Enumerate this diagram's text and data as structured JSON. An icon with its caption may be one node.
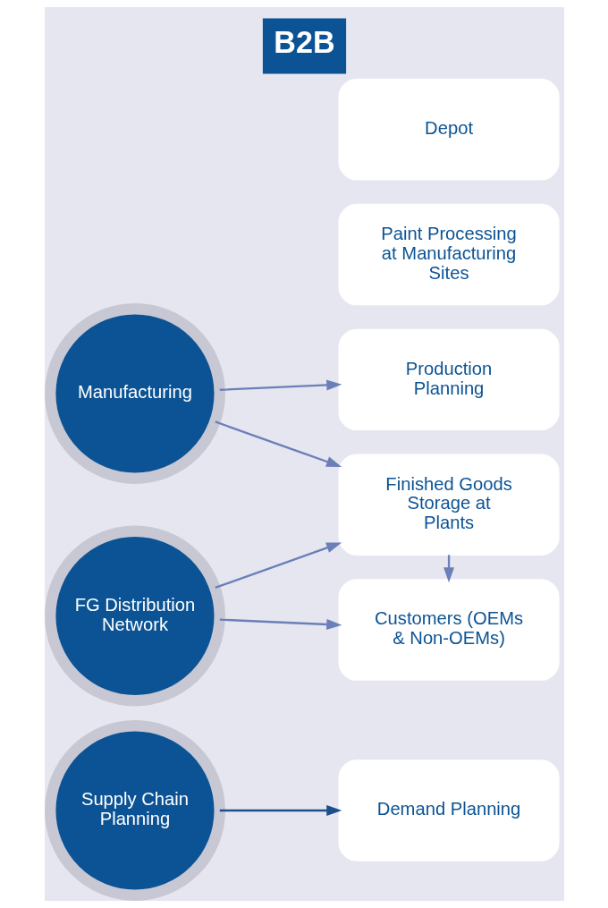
{
  "diagram": {
    "title": "B2B",
    "nodes": [
      {
        "text": [
          "Supply Chain Planning"
        ]
      },
      {
        "text": [
          "Demand Planning"
        ]
      },
      {
        "text": [
          "Manufacturing"
        ]
      },
      {
        "text": [
          "Production Planning"
        ]
      },
      {
        "text": [
          "Paint Processing at Manufacturing Sites"
        ]
      },
      {
        "text": [
          "Finished Goods Storage at Plants"
        ]
      },
      {
        "text": [
          "FG Distribution Network"
        ]
      },
      {
        "text": [
          "Depot"
        ]
      },
      {
        "text": [
          "Customers (OEMs & Non-OEMs)"
        ]
      }
    ],
    "edges": [
      {
        "from": 0,
        "to": 1,
        "arrow": "to",
        "color": "#1f4e8c"
      },
      {
        "from": 2,
        "to": 3,
        "arrow": "to"
      },
      {
        "from": 2,
        "to": 5,
        "arrow": "to"
      },
      {
        "from": 6,
        "to": 5,
        "arrow": "to"
      },
      {
        "from": 6,
        "to": 8,
        "arrow": "to"
      },
      {
        "from": 5,
        "to": 8,
        "arrow": "to"
      }
    ]
  }
}
